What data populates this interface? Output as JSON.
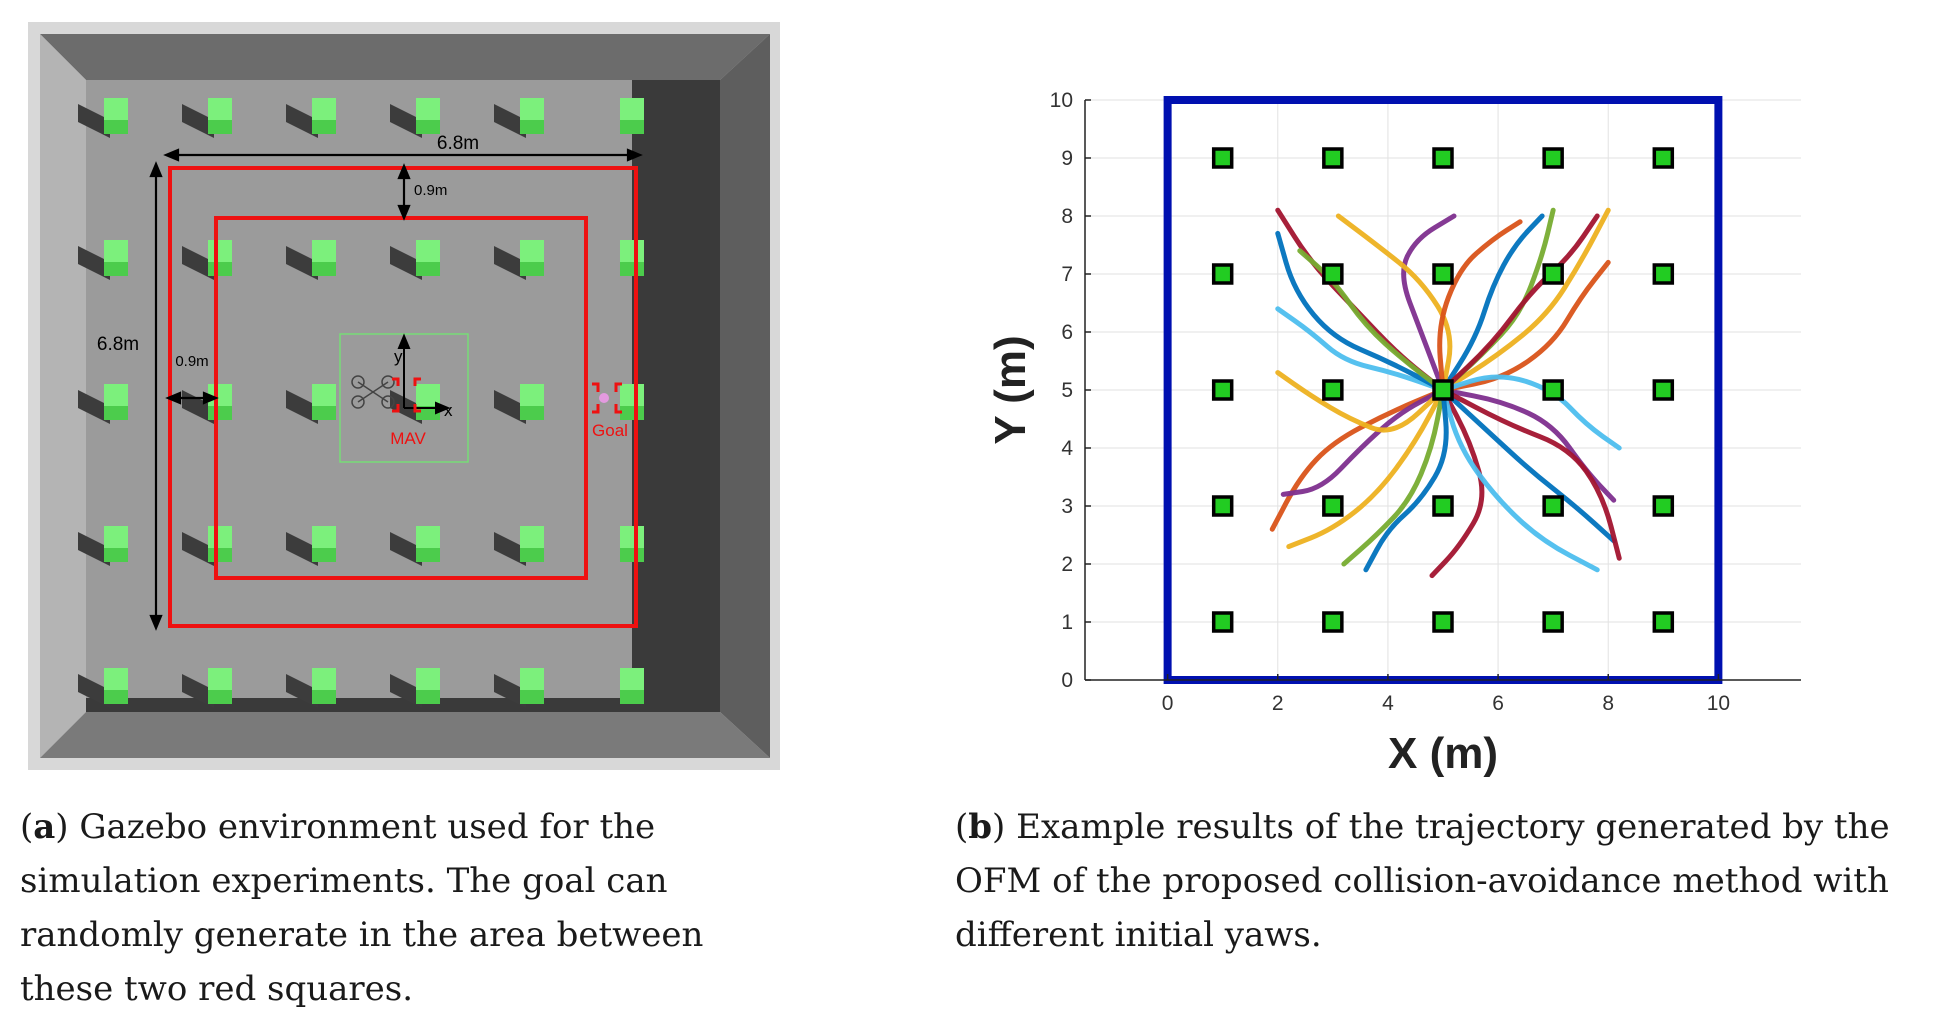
{
  "panel_a": {
    "dim_top": "6.8m",
    "dim_left": "6.8m",
    "gap_top": "0.9m",
    "gap_left": "0.9m",
    "axis_x": "x",
    "axis_y": "y",
    "mav_label": "MAV",
    "goal_label": "Goal",
    "colors": {
      "wall": "#5a5a5a",
      "floor": "#9a9a9a",
      "pillar_top": "#7cf07c",
      "square": "#ee1111"
    }
  },
  "captions": {
    "a": {
      "letter": "a",
      "text": "Gazebo environment used for the simulation experiments. The goal can randomly generate in the area between these two red squares."
    },
    "b": {
      "letter": "b",
      "text": "Example results of the trajectory generated by the OFM of the proposed collision-avoidance method with different initial yaws."
    }
  },
  "chart_data": {
    "type": "line",
    "xlabel": "X (m)",
    "ylabel": "Y (m)",
    "xlim": [
      -1.5,
      11.5
    ],
    "ylim": [
      0,
      10
    ],
    "xticks": [
      0,
      2,
      4,
      6,
      8,
      10
    ],
    "yticks": [
      0,
      1,
      2,
      3,
      4,
      5,
      6,
      7,
      8,
      9,
      10
    ],
    "grid": true,
    "boundary": {
      "x": [
        0,
        10
      ],
      "y": [
        0,
        10
      ],
      "color": "#0010b0"
    },
    "start": {
      "x": 5,
      "y": 5,
      "color": "#ff0000"
    },
    "obstacles": [
      [
        1,
        1
      ],
      [
        3,
        1
      ],
      [
        5,
        1
      ],
      [
        7,
        1
      ],
      [
        9,
        1
      ],
      [
        1,
        3
      ],
      [
        3,
        3
      ],
      [
        5,
        3
      ],
      [
        7,
        3
      ],
      [
        9,
        3
      ],
      [
        1,
        5
      ],
      [
        3,
        5
      ],
      [
        5,
        5
      ],
      [
        7,
        5
      ],
      [
        9,
        5
      ],
      [
        1,
        7
      ],
      [
        3,
        7
      ],
      [
        5,
        7
      ],
      [
        7,
        7
      ],
      [
        9,
        7
      ],
      [
        1,
        9
      ],
      [
        3,
        9
      ],
      [
        5,
        9
      ],
      [
        7,
        9
      ],
      [
        9,
        9
      ]
    ],
    "obstacle_color": "#22cc22",
    "series_colors": [
      "#0072bd",
      "#d95319",
      "#edb120",
      "#7e2f8e",
      "#77ac30",
      "#4dbeee",
      "#a2142f"
    ],
    "trajectories": [
      {
        "color": "#a2142f",
        "points": [
          [
            5,
            5
          ],
          [
            4.2,
            5.6
          ],
          [
            3.4,
            6.4
          ],
          [
            2.6,
            7.2
          ],
          [
            2.0,
            8.1
          ]
        ]
      },
      {
        "color": "#0072bd",
        "points": [
          [
            5,
            5
          ],
          [
            5.6,
            5.9
          ],
          [
            5.9,
            6.8
          ],
          [
            6.3,
            7.5
          ],
          [
            6.8,
            8.0
          ]
        ]
      },
      {
        "color": "#edb120",
        "points": [
          [
            5,
            5
          ],
          [
            6.0,
            5.6
          ],
          [
            6.9,
            6.3
          ],
          [
            7.5,
            7.2
          ],
          [
            8.0,
            8.1
          ]
        ]
      },
      {
        "color": "#4dbeee",
        "points": [
          [
            5,
            5
          ],
          [
            4.1,
            5.3
          ],
          [
            3.2,
            5.5
          ],
          [
            2.6,
            6.0
          ],
          [
            2.0,
            6.4
          ]
        ]
      },
      {
        "color": "#7e2f8e",
        "points": [
          [
            5,
            5
          ],
          [
            4.6,
            6.0
          ],
          [
            4.2,
            7.0
          ],
          [
            4.5,
            7.6
          ],
          [
            5.2,
            8.0
          ]
        ]
      },
      {
        "color": "#77ac30",
        "points": [
          [
            5,
            5
          ],
          [
            5.7,
            5.6
          ],
          [
            6.4,
            6.3
          ],
          [
            6.8,
            7.3
          ],
          [
            7.0,
            8.1
          ]
        ]
      },
      {
        "color": "#d95319",
        "points": [
          [
            5,
            5
          ],
          [
            4.0,
            4.6
          ],
          [
            3.0,
            4.1
          ],
          [
            2.4,
            3.5
          ],
          [
            1.9,
            2.6
          ]
        ]
      },
      {
        "color": "#0072bd",
        "points": [
          [
            5,
            5
          ],
          [
            5.8,
            4.3
          ],
          [
            6.6,
            3.6
          ],
          [
            7.4,
            3.0
          ],
          [
            8.1,
            2.4
          ]
        ]
      },
      {
        "color": "#a2142f",
        "points": [
          [
            5,
            5
          ],
          [
            5.5,
            4.1
          ],
          [
            5.8,
            3.1
          ],
          [
            5.3,
            2.3
          ],
          [
            4.8,
            1.8
          ]
        ]
      },
      {
        "color": "#4dbeee",
        "points": [
          [
            5,
            5
          ],
          [
            5.3,
            4.0
          ],
          [
            6.0,
            3.1
          ],
          [
            6.8,
            2.4
          ],
          [
            7.8,
            1.9
          ]
        ]
      },
      {
        "color": "#edb120",
        "points": [
          [
            5,
            5
          ],
          [
            4.5,
            4.1
          ],
          [
            3.8,
            3.2
          ],
          [
            3.0,
            2.6
          ],
          [
            2.2,
            2.3
          ]
        ]
      },
      {
        "color": "#7e2f8e",
        "points": [
          [
            5,
            5
          ],
          [
            6.1,
            4.8
          ],
          [
            7.0,
            4.4
          ],
          [
            7.6,
            3.6
          ],
          [
            8.1,
            3.1
          ]
        ]
      },
      {
        "color": "#77ac30",
        "points": [
          [
            5,
            5
          ],
          [
            4.8,
            4.0
          ],
          [
            4.4,
            3.1
          ],
          [
            3.8,
            2.5
          ],
          [
            3.2,
            2.0
          ]
        ]
      },
      {
        "color": "#d95319",
        "points": [
          [
            5,
            5
          ],
          [
            6.1,
            5.2
          ],
          [
            7.0,
            5.8
          ],
          [
            7.5,
            6.6
          ],
          [
            8.0,
            7.2
          ]
        ]
      },
      {
        "color": "#a2142f",
        "points": [
          [
            5,
            5
          ],
          [
            6.2,
            4.4
          ],
          [
            7.3,
            4.0
          ],
          [
            7.9,
            3.2
          ],
          [
            8.2,
            2.1
          ]
        ]
      },
      {
        "color": "#0072bd",
        "points": [
          [
            5,
            5
          ],
          [
            4.0,
            5.5
          ],
          [
            3.0,
            5.9
          ],
          [
            2.3,
            6.7
          ],
          [
            2.0,
            7.7
          ]
        ]
      },
      {
        "color": "#edb120",
        "points": [
          [
            5,
            5
          ],
          [
            5.2,
            6.0
          ],
          [
            4.6,
            6.9
          ],
          [
            3.8,
            7.5
          ],
          [
            3.1,
            8.0
          ]
        ]
      },
      {
        "color": "#4dbeee",
        "points": [
          [
            5,
            5
          ],
          [
            6.0,
            5.3
          ],
          [
            7.0,
            5.0
          ],
          [
            7.6,
            4.4
          ],
          [
            8.2,
            4.0
          ]
        ]
      },
      {
        "color": "#7e2f8e",
        "points": [
          [
            5,
            5
          ],
          [
            4.2,
            4.6
          ],
          [
            3.5,
            4.0
          ],
          [
            2.8,
            3.3
          ],
          [
            2.1,
            3.2
          ]
        ]
      },
      {
        "color": "#d95319",
        "points": [
          [
            5,
            5
          ],
          [
            4.9,
            6.1
          ],
          [
            5.3,
            7.1
          ],
          [
            5.9,
            7.6
          ],
          [
            6.4,
            7.9
          ]
        ]
      },
      {
        "color": "#77ac30",
        "points": [
          [
            5,
            5
          ],
          [
            4.3,
            5.5
          ],
          [
            3.6,
            6.1
          ],
          [
            3.0,
            6.9
          ],
          [
            2.4,
            7.4
          ]
        ]
      },
      {
        "color": "#0072bd",
        "points": [
          [
            5,
            5
          ],
          [
            5.1,
            3.9
          ],
          [
            4.6,
            3.1
          ],
          [
            4.0,
            2.6
          ],
          [
            3.6,
            1.9
          ]
        ]
      },
      {
        "color": "#a2142f",
        "points": [
          [
            5,
            5
          ],
          [
            5.9,
            5.8
          ],
          [
            6.6,
            6.7
          ],
          [
            7.3,
            7.3
          ],
          [
            7.8,
            8.0
          ]
        ]
      },
      {
        "color": "#edb120",
        "points": [
          [
            5,
            5
          ],
          [
            4.1,
            4.2
          ],
          [
            3.3,
            4.5
          ],
          [
            2.6,
            4.9
          ],
          [
            2.0,
            5.3
          ]
        ]
      }
    ]
  }
}
